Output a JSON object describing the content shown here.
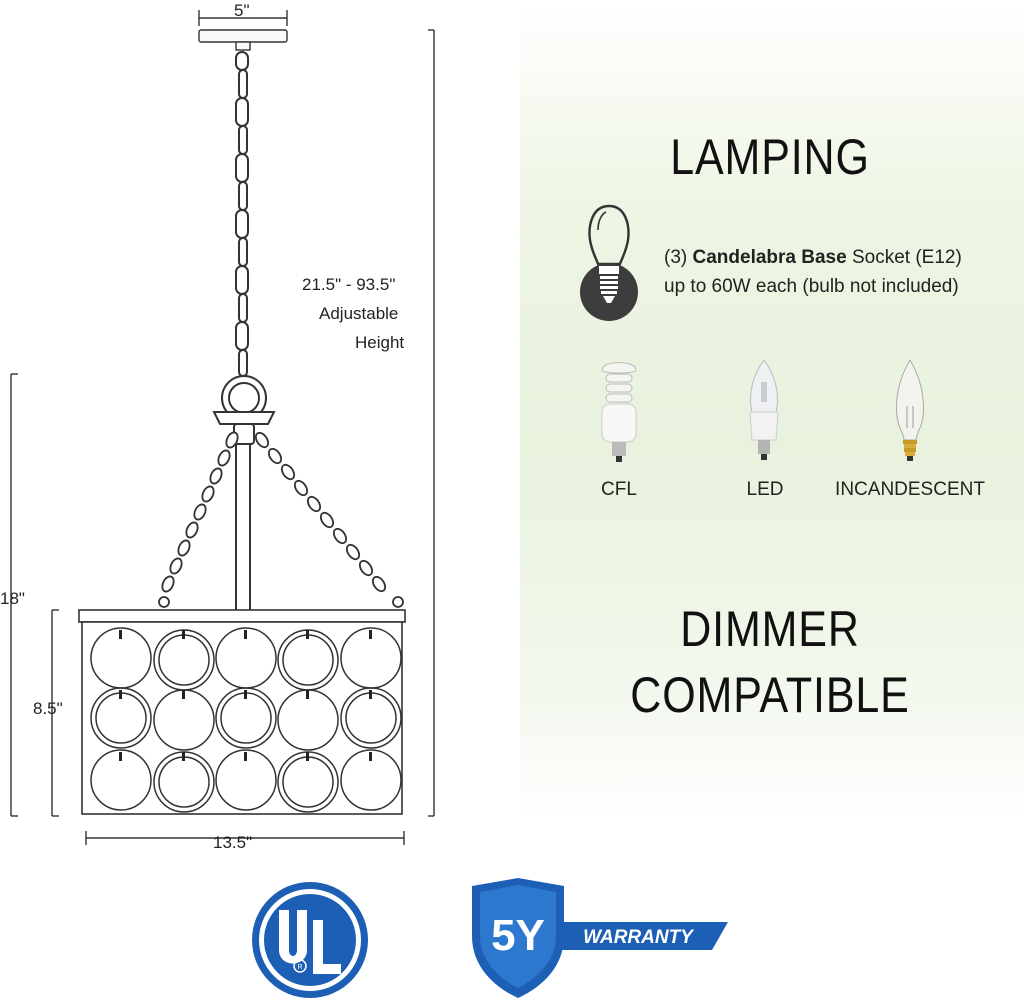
{
  "dimensions": {
    "canopy_width": "5\"",
    "adjustable_range": "21.5\" - 93.5\"",
    "adjustable_label": "Adjustable",
    "height_label": "Height",
    "body_height": "18\"",
    "shade_height": "8.5\"",
    "shade_width": "13.5\""
  },
  "lamping": {
    "title": "LAMPING",
    "socket_count": "(3)",
    "socket_type": "Candelabra Base",
    "socket_suffix": "Socket (E12)",
    "wattage_line": "up to 60W each (bulb not included)",
    "bulbs": [
      {
        "label": "CFL",
        "icon": "cfl-bulb-icon"
      },
      {
        "label": "LED",
        "icon": "led-bulb-icon"
      },
      {
        "label": "INCANDESCENT",
        "icon": "incandescent-bulb-icon"
      }
    ]
  },
  "dimmer": {
    "line1": "DIMMER",
    "line2": "COMPATIBLE"
  },
  "badges": {
    "ul_text": "UL",
    "ul_registered": "R",
    "warranty_years": "5Y",
    "warranty_text": "WARRANTY"
  },
  "colors": {
    "badge_blue": "#1c5fb4",
    "panel_green": "#e8f2dd"
  }
}
